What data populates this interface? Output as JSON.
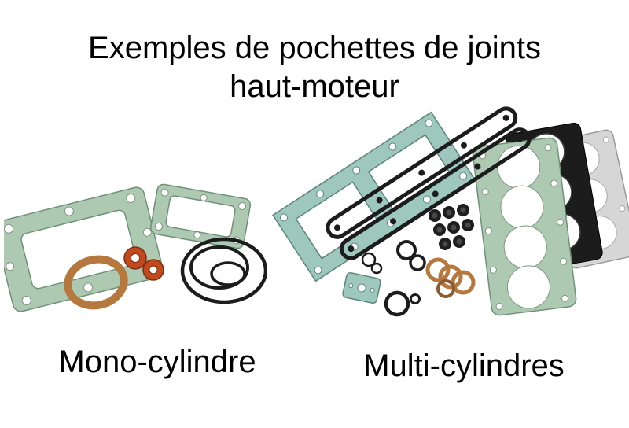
{
  "page": {
    "title_line1": "Exemples de pochettes de joints",
    "title_line2": "haut-moteur"
  },
  "figures": {
    "mono": {
      "label": "Mono-cylindre"
    },
    "multi": {
      "label": "Multi-cylindres"
    }
  },
  "colors": {
    "background": "#ffffff",
    "text": "#000000",
    "gasket_green": "#aec9b2",
    "outline_green": "#6f9179",
    "gasket_teal": "#9ec7bd",
    "gasket_gray": "#d6d6d6",
    "gasket_black": "#1c1c1c",
    "copper": "#b5793f",
    "grommet_orange": "#c04a1d"
  }
}
